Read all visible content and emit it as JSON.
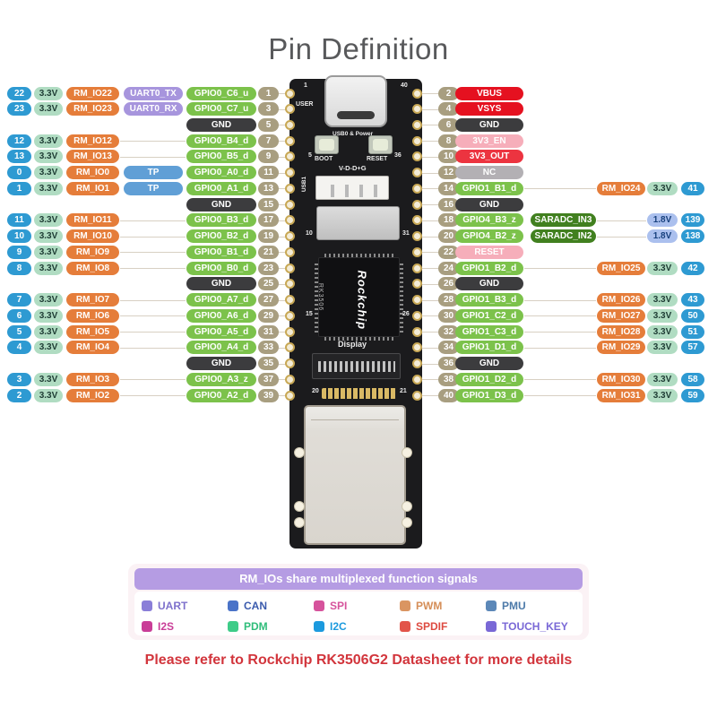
{
  "title": "Pin Definition",
  "note": "Please refer to Rockchip RK3506G2 Datasheet for more details",
  "colors": {
    "io_num": "#2e9ad2",
    "volt33_bg": "#b0dcc2",
    "volt33_text": "#1e3c34",
    "volt18_bg": "#abc0ee",
    "volt18_text": "#17407d",
    "rm_io": "#e57d3a",
    "uart": "#a795dd",
    "tp": "#609fd6",
    "saradc": "#41801f",
    "gpio": "#7cc24b",
    "gnd": "#3c3c3e",
    "pin": "#a89e80",
    "power": "#e51120",
    "power_out": "#ec3440",
    "pink": "#f6aeba",
    "nc": "#b3b0b4"
  },
  "board": {
    "user_label": "USER",
    "usb_power_label": "USB0 & Power",
    "boot_label": "BOOT",
    "reset_label": "RESET",
    "header_pins_label": "V-D-D+G",
    "usb1_label": "USB1",
    "display_label": "Display",
    "chip_brand": "Rockchip",
    "chip_model": "RK3506",
    "markers": [
      "1",
      "40",
      "5",
      "36",
      "10",
      "31",
      "15",
      "26",
      "20",
      "21"
    ]
  },
  "pinout": {
    "left_rows": [
      {
        "pin": "1",
        "gpio": "GPIO0_C6_u",
        "func": "UART0_TX",
        "func_type": "uart",
        "rm": "RM_IO22",
        "volt": "3.3V",
        "num": "22"
      },
      {
        "pin": "3",
        "gpio": "GPIO0_C7_u",
        "func": "UART0_RX",
        "func_type": "uart",
        "rm": "RM_IO23",
        "volt": "3.3V",
        "num": "23"
      },
      {
        "pin": "5",
        "gnd": "GND"
      },
      {
        "pin": "7",
        "gpio": "GPIO0_B4_d",
        "rm": "RM_IO12",
        "volt": "3.3V",
        "num": "12"
      },
      {
        "pin": "9",
        "gpio": "GPIO0_B5_d",
        "rm": "RM_IO13",
        "volt": "3.3V",
        "num": "13"
      },
      {
        "pin": "11",
        "gpio": "GPIO0_A0_d",
        "func": "TP",
        "func_type": "tp",
        "rm": "RM_IO0",
        "volt": "3.3V",
        "num": "0"
      },
      {
        "pin": "13",
        "gpio": "GPIO0_A1_d",
        "func": "TP",
        "func_type": "tp",
        "rm": "RM_IO1",
        "volt": "3.3V",
        "num": "1"
      },
      {
        "pin": "15",
        "gnd": "GND"
      },
      {
        "pin": "17",
        "gpio": "GPIO0_B3_d",
        "rm": "RM_IO11",
        "volt": "3.3V",
        "num": "11"
      },
      {
        "pin": "19",
        "gpio": "GPIO0_B2_d",
        "rm": "RM_IO10",
        "volt": "3.3V",
        "num": "10"
      },
      {
        "pin": "21",
        "gpio": "GPIO0_B1_d",
        "rm": "RM_IO9",
        "volt": "3.3V",
        "num": "9"
      },
      {
        "pin": "23",
        "gpio": "GPIO0_B0_d",
        "rm": "RM_IO8",
        "volt": "3.3V",
        "num": "8"
      },
      {
        "pin": "25",
        "gnd": "GND"
      },
      {
        "pin": "27",
        "gpio": "GPIO0_A7_d",
        "rm": "RM_IO7",
        "volt": "3.3V",
        "num": "7"
      },
      {
        "pin": "29",
        "gpio": "GPIO0_A6_d",
        "rm": "RM_IO6",
        "volt": "3.3V",
        "num": "6"
      },
      {
        "pin": "31",
        "gpio": "GPIO0_A5_d",
        "rm": "RM_IO5",
        "volt": "3.3V",
        "num": "5"
      },
      {
        "pin": "33",
        "gpio": "GPIO0_A4_d",
        "rm": "RM_IO4",
        "volt": "3.3V",
        "num": "4"
      },
      {
        "pin": "35",
        "gnd": "GND"
      },
      {
        "pin": "37",
        "gpio": "GPIO0_A3_z",
        "rm": "RM_IO3",
        "volt": "3.3V",
        "num": "3"
      },
      {
        "pin": "39",
        "gpio": "GPIO0_A2_d",
        "rm": "RM_IO2",
        "volt": "3.3V",
        "num": "2"
      }
    ],
    "right_rows": [
      {
        "pin": "2",
        "label": "VBUS",
        "label_type": "power"
      },
      {
        "pin": "4",
        "label": "VSYS",
        "label_type": "power"
      },
      {
        "pin": "6",
        "gnd": "GND"
      },
      {
        "pin": "8",
        "label": "3V3_EN",
        "label_type": "pink"
      },
      {
        "pin": "10",
        "label": "3V3_OUT",
        "label_type": "power_out"
      },
      {
        "pin": "12",
        "label": "NC",
        "label_type": "nc"
      },
      {
        "pin": "14",
        "gpio": "GPIO1_B1_d",
        "rm": "RM_IO24",
        "volt": "3.3V",
        "num": "41"
      },
      {
        "pin": "16",
        "gnd": "GND"
      },
      {
        "pin": "18",
        "gpio": "GPIO4_B3_z",
        "func": "SARADC_IN3",
        "func_type": "saradc",
        "volt": "1.8V",
        "volt_type": "v18",
        "num": "139"
      },
      {
        "pin": "20",
        "gpio": "GPIO4_B2_z",
        "func": "SARADC_IN2",
        "func_type": "saradc",
        "volt": "1.8V",
        "volt_type": "v18",
        "num": "138"
      },
      {
        "pin": "22",
        "label": "RESET",
        "label_type": "pink"
      },
      {
        "pin": "24",
        "gpio": "GPIO1_B2_d",
        "rm": "RM_IO25",
        "volt": "3.3V",
        "num": "42"
      },
      {
        "pin": "26",
        "gnd": "GND"
      },
      {
        "pin": "28",
        "gpio": "GPIO1_B3_d",
        "rm": "RM_IO26",
        "volt": "3.3V",
        "num": "43"
      },
      {
        "pin": "30",
        "gpio": "GPIO1_C2_d",
        "rm": "RM_IO27",
        "volt": "3.3V",
        "num": "50"
      },
      {
        "pin": "32",
        "gpio": "GPIO1_C3_d",
        "rm": "RM_IO28",
        "volt": "3.3V",
        "num": "51"
      },
      {
        "pin": "34",
        "gpio": "GPIO1_D1_d",
        "rm": "RM_IO29",
        "volt": "3.3V",
        "num": "57"
      },
      {
        "pin": "36",
        "gnd": "GND"
      },
      {
        "pin": "38",
        "gpio": "GPIO1_D2_d",
        "rm": "RM_IO30",
        "volt": "3.3V",
        "num": "58"
      },
      {
        "pin": "40",
        "gpio": "GPIO1_D3_d",
        "rm": "RM_IO31",
        "volt": "3.3V",
        "num": "59"
      }
    ]
  },
  "legend": {
    "title": "RM_IOs share multiplexed function signals",
    "items": [
      {
        "label": "UART",
        "color": "#8a7ed8",
        "text": "#7e71cc"
      },
      {
        "label": "CAN",
        "color": "#4a73c8",
        "text": "#3b5bad"
      },
      {
        "label": "SPI",
        "color": "#d6539c",
        "text": "#d6539c"
      },
      {
        "label": "PWM",
        "color": "#da9562",
        "text": "#d58e58"
      },
      {
        "label": "PMU",
        "color": "#5c88b8",
        "text": "#4d7aa9"
      },
      {
        "label": "I2S",
        "color": "#c93d97",
        "text": "#c93d97"
      },
      {
        "label": "PDM",
        "color": "#3ecc88",
        "text": "#2fbd7a"
      },
      {
        "label": "I2C",
        "color": "#1c9ade",
        "text": "#1c9ade"
      },
      {
        "label": "SPDIF",
        "color": "#e2544a",
        "text": "#dd4a40"
      },
      {
        "label": "TOUCH_KEY",
        "color": "#7968d6",
        "text": "#7968d6"
      }
    ]
  }
}
